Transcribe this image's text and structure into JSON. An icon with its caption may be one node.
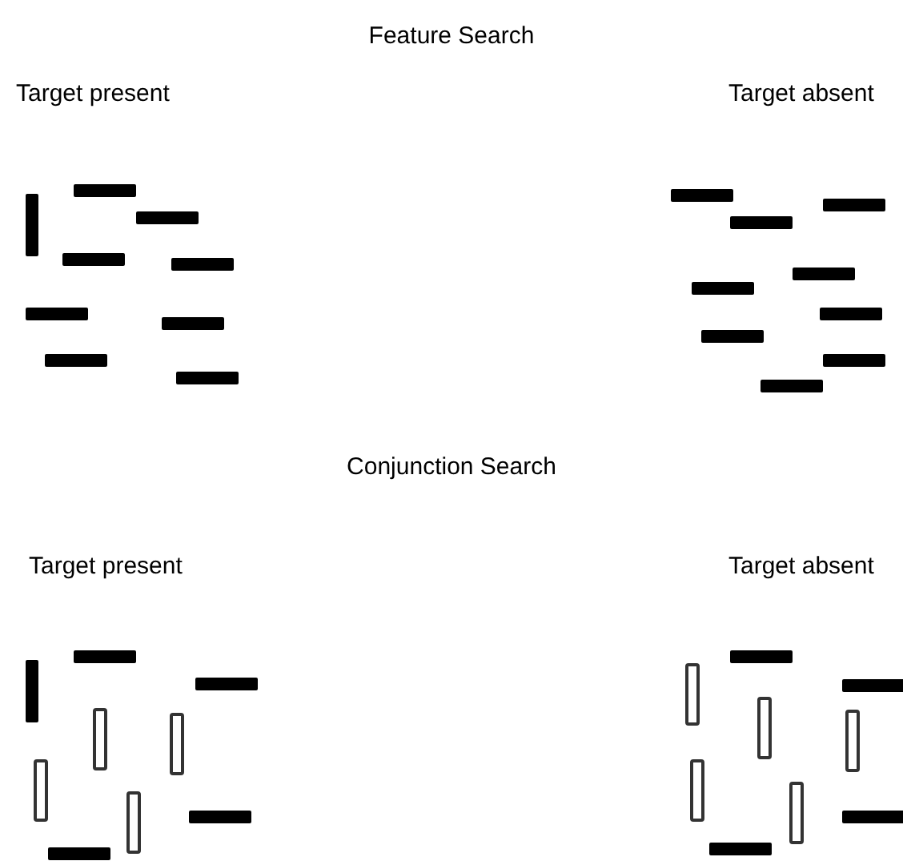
{
  "diagram": {
    "labels": [
      "Feature Search",
      "Target present",
      "Target absent",
      "Conjunction Search",
      "Target present",
      "Target absent"
    ]
  }
}
